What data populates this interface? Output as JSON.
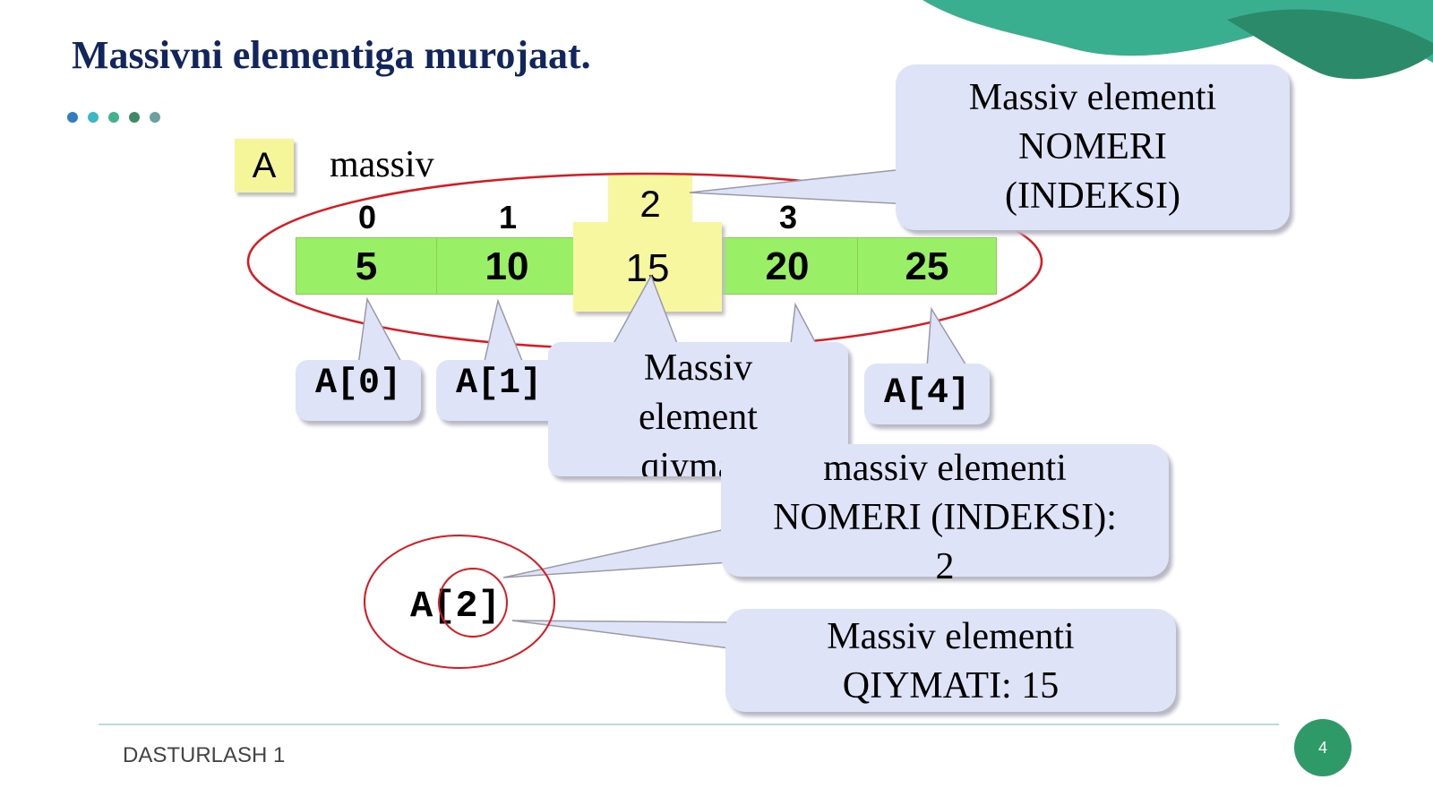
{
  "title": "Massivni elementiga murojaat.",
  "array_name": "A",
  "array_label": "massiv",
  "indices": [
    "0",
    "1",
    "2",
    "3"
  ],
  "values": [
    "5",
    "10",
    "15",
    "20",
    "25"
  ],
  "callouts": {
    "a0": "A[0]",
    "a1": "A[1]",
    "a4": "A[4]",
    "element_index": [
      "Massiv elementi",
      "NOMERI",
      "(INDEKSI)"
    ],
    "element_value": [
      "Massiv",
      "element",
      "qiymati"
    ],
    "a2_expr": "A[2]",
    "index_detail": [
      "massiv elementi",
      "NOMERI (INDEKSI):",
      "2"
    ],
    "value_detail": [
      "Massiv elementi",
      "QIYMATI: 15"
    ]
  },
  "footer": "DASTURLASH 1",
  "page_number": "4",
  "colors": {
    "title": "#12265e",
    "cell_green": "#99f066",
    "highlight_yellow": "#f7f7a0",
    "callout_fill": "#dfe3f8",
    "ellipse_red": "#e0161e",
    "decor_green": "#3aaf8f",
    "decor_dark": "#2a8a6a",
    "page_badge": "#2e9a68"
  },
  "dots": [
    "#2f7fc0",
    "#3ab8c8",
    "#3fb38d",
    "#3f8a66",
    "#6aa0a0"
  ]
}
